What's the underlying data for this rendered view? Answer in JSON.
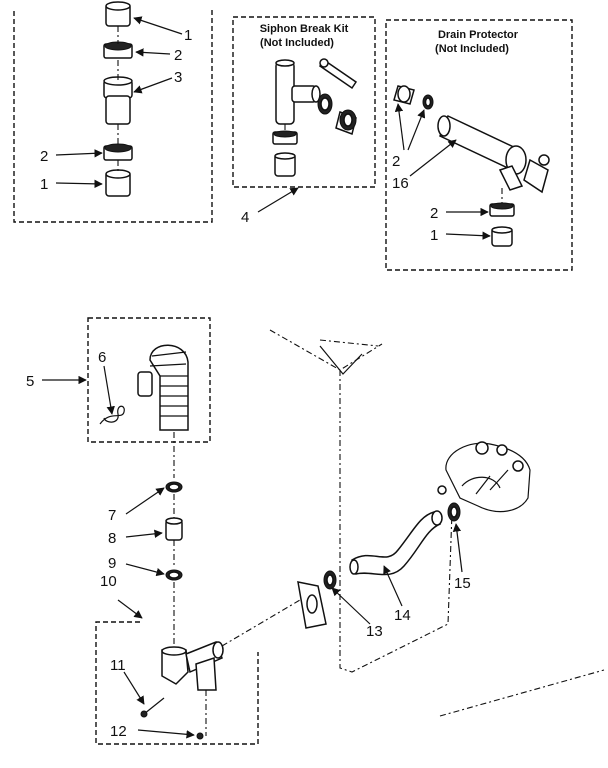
{
  "kits": {
    "siphon_title": "Siphon Break Kit",
    "siphon_note": "(Not Included)",
    "drain_title": "Drain Protector",
    "drain_note": "(Not Included)"
  },
  "callouts": {
    "top_left": [
      "1",
      "2",
      "3",
      "2",
      "1"
    ],
    "siphon": "4",
    "drain": [
      "2",
      "16",
      "2",
      "1"
    ],
    "lower": [
      "5",
      "6",
      "7",
      "8",
      "9",
      "10",
      "11",
      "12",
      "13",
      "14",
      "15"
    ]
  }
}
